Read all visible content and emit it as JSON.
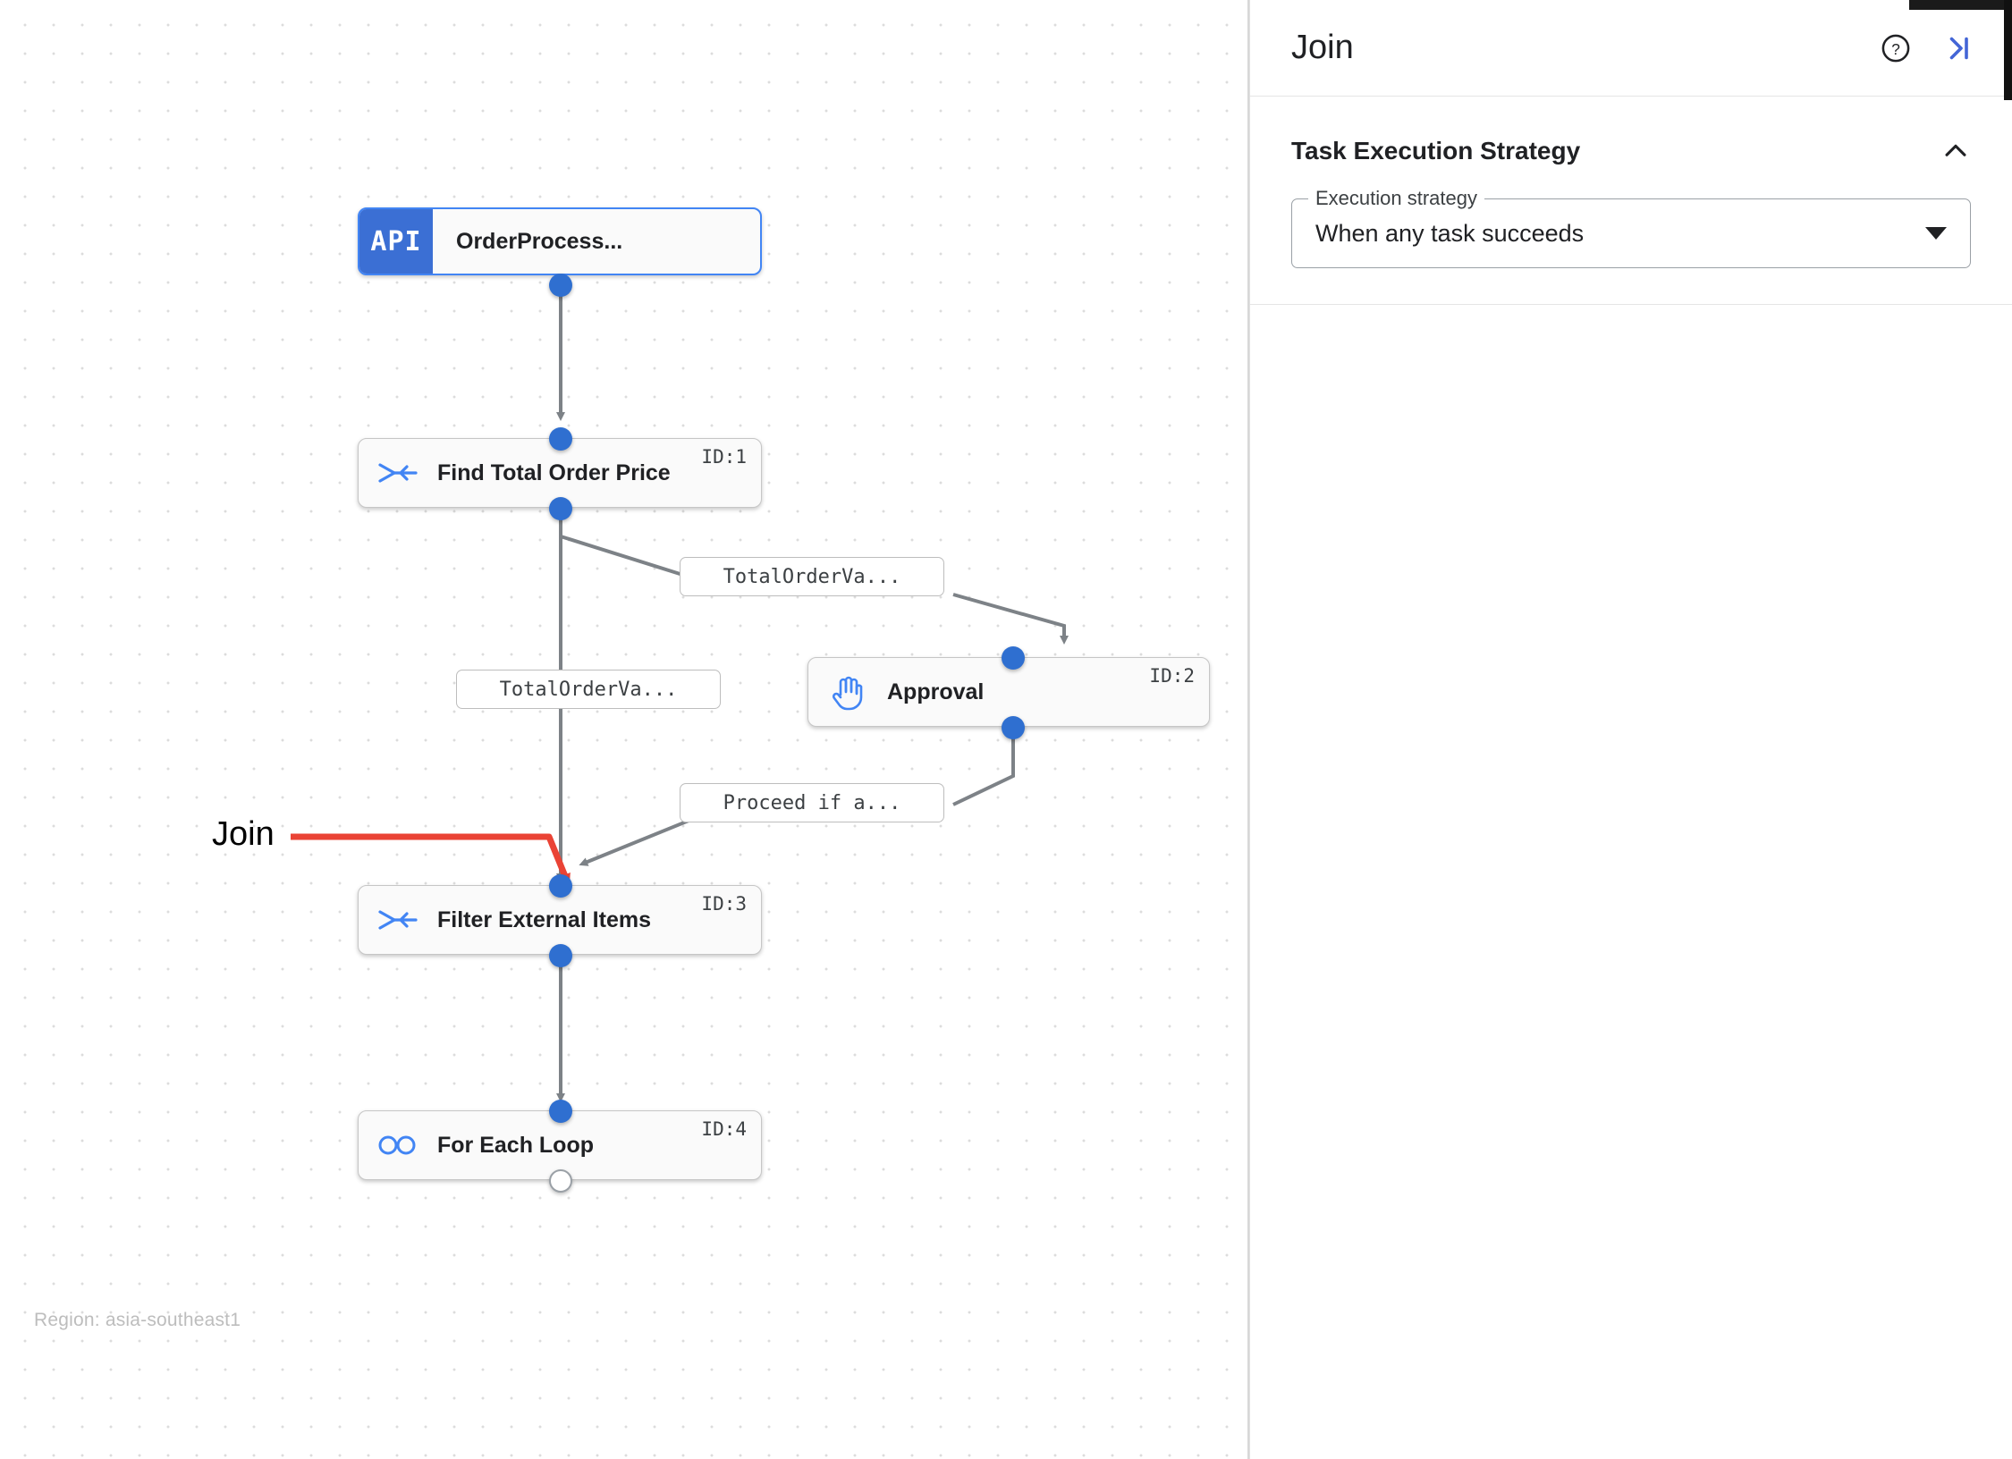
{
  "canvas": {
    "region_label": "Region: asia-southeast1",
    "annotation": {
      "label": "Join",
      "color": "#ea4335"
    },
    "nodes": [
      {
        "id": "api",
        "badge": "API",
        "label": "OrderProcess...",
        "icon": "api-badge",
        "id_label": ""
      },
      {
        "id": "1",
        "label": "Find Total Order Price",
        "icon": "merge-arrows-icon",
        "id_label": "ID:1"
      },
      {
        "id": "2",
        "label": "Approval",
        "icon": "hand-icon",
        "id_label": "ID:2"
      },
      {
        "id": "3",
        "label": "Filter External Items",
        "icon": "merge-arrows-icon",
        "id_label": "ID:3"
      },
      {
        "id": "4",
        "label": "For Each Loop",
        "icon": "infinity-icon",
        "id_label": "ID:4"
      }
    ],
    "edge_labels": [
      {
        "id": "e1",
        "text": "TotalOrderVa..."
      },
      {
        "id": "e2",
        "text": "TotalOrderVa..."
      },
      {
        "id": "e3",
        "text": "Proceed if a..."
      }
    ]
  },
  "panel": {
    "title": "Join",
    "help_icon": "help-circle-icon",
    "collapse_icon": "collapse-right-icon",
    "section": {
      "title": "Task Execution Strategy",
      "collapse_icon": "chevron-up-icon",
      "field": {
        "legend": "Execution strategy",
        "value": "When any task succeeds",
        "caret": "chevron-down-icon"
      }
    }
  }
}
